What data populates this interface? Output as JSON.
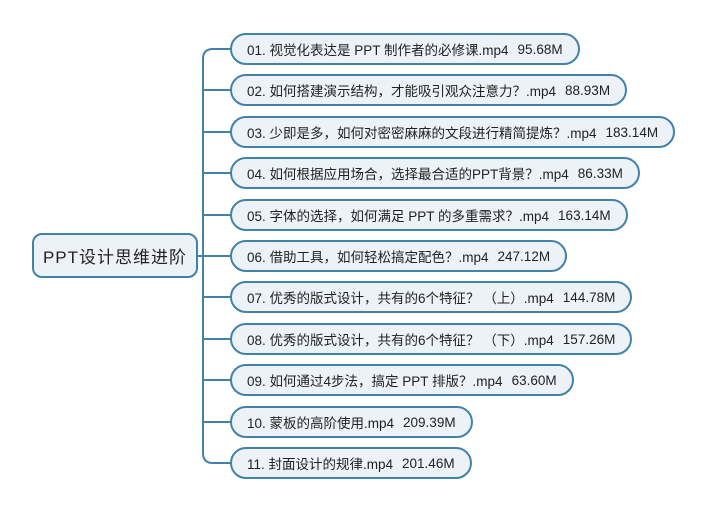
{
  "root": {
    "label": "PPT设计思维进阶"
  },
  "children": [
    {
      "name": "01. 视觉化表达是 PPT 制作者的必修课.mp4",
      "size": "95.68M"
    },
    {
      "name": "02. 如何搭建演示结构，才能吸引观众注意力？.mp4",
      "size": "88.93M"
    },
    {
      "name": "03. 少即是多，如何对密密麻麻的文段进行精简提炼？.mp4",
      "size": "183.14M"
    },
    {
      "name": "04. 如何根据应用场合，选择最合适的PPT背景？.mp4",
      "size": "86.33M"
    },
    {
      "name": "05. 字体的选择，如何满足 PPT 的多重需求？.mp4",
      "size": "163.14M"
    },
    {
      "name": "06. 借助工具，如何轻松搞定配色？.mp4",
      "size": "247.12M"
    },
    {
      "name": "07. 优秀的版式设计，共有的6个特征？ （上）.mp4",
      "size": "144.78M"
    },
    {
      "name": "08. 优秀的版式设计，共有的6个特征？ （下）.mp4",
      "size": "157.26M"
    },
    {
      "name": "09. 如何通过4步法，搞定 PPT 排版？.mp4",
      "size": "63.60M"
    },
    {
      "name": "10. 蒙板的高阶使用.mp4",
      "size": "209.39M"
    },
    {
      "name": "11. 封面设计的规律.mp4",
      "size": "201.46M"
    }
  ],
  "colors": {
    "line": "#4382a8",
    "node_fill": "#edf2f8",
    "text_color": "#222222",
    "background": "#ffffff"
  }
}
